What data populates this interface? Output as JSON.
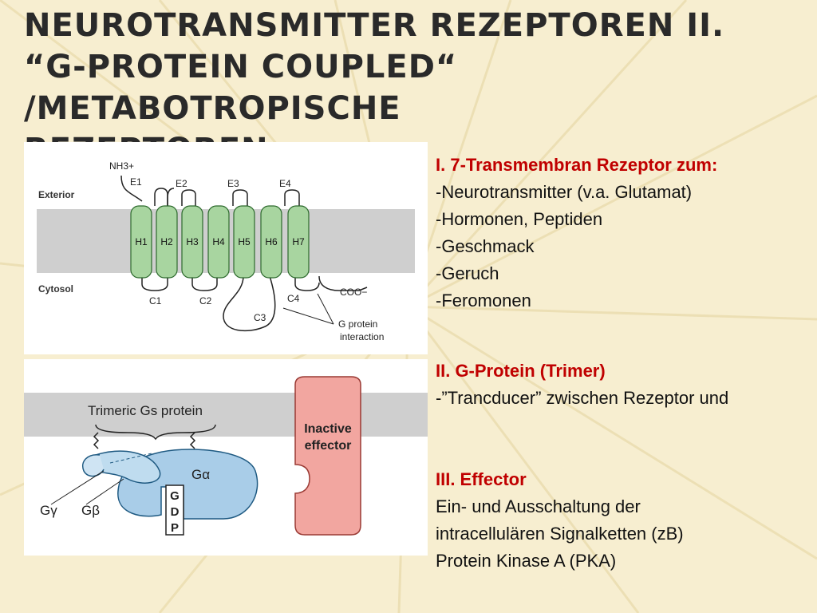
{
  "title": {
    "line1": "Neurotransmitter Rezeptoren II.",
    "line2": "“G-Protein coupled“ /metabotropische",
    "line3": "Rezeptoren"
  },
  "figure1": {
    "nh3": "NH3+",
    "extracellular_loops": [
      "E1",
      "E2",
      "E3",
      "E4"
    ],
    "exterior": "Exterior",
    "helices": [
      "H1",
      "H2",
      "H3",
      "H4",
      "H5",
      "H6",
      "H7"
    ],
    "cytosol": "Cytosol",
    "intracellular_loops": [
      "C1",
      "C2",
      "C3",
      "C4"
    ],
    "coo": "COO−",
    "interaction_line1": "G protein",
    "interaction_line2": "interaction"
  },
  "figure2": {
    "trimeric": "Trimeric Gs protein",
    "effector_line1": "Inactive",
    "effector_line2": "effector",
    "g_alpha": "Gα",
    "g_gamma": "Gγ",
    "g_beta": "Gβ",
    "gdp": [
      "G",
      "D",
      "P"
    ]
  },
  "section1": {
    "heading": "I. 7-Transmembran Rezeptor zum:",
    "items": [
      "-Neurotransmitter (v.a. Glutamat)",
      "-Hormonen, Peptiden",
      "-Geschmack",
      "-Geruch",
      "-Feromonen"
    ]
  },
  "section2": {
    "heading": "II. G-Protein (Trimer)",
    "text": "-”Trancducer” zwischen Rezeptor und"
  },
  "section3": {
    "heading": "III. Effector",
    "lines": [
      "Ein- und Ausschaltung der",
      "intracellulären Signalketten (zB)",
      "Protein Kinase A (PKA)"
    ]
  },
  "colors": {
    "background": "#f7eed0",
    "heading_red": "#c00000",
    "helix_green": "#a8d5a0",
    "membrane_gray": "#cfcfcf",
    "g_protein_blue": "#a9cde8",
    "effector_pink": "#f2a6a0"
  }
}
